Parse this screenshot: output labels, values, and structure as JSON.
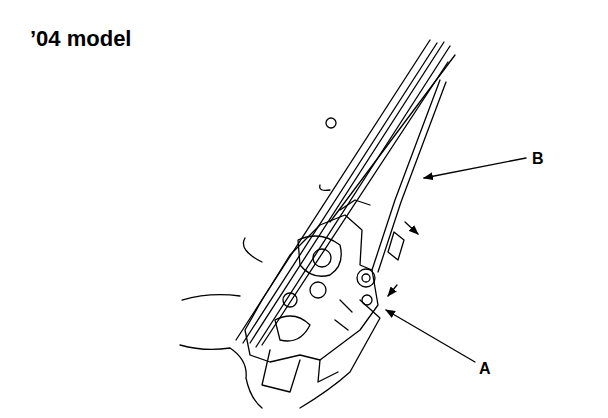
{
  "diagram": {
    "title": "’04 model",
    "labels": [
      "B",
      "A"
    ]
  }
}
